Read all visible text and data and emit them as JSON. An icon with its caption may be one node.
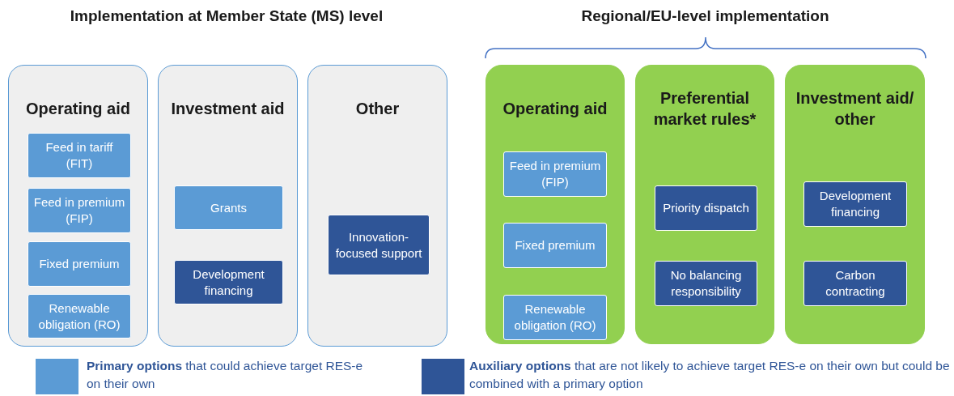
{
  "diagram": {
    "nodes": [
      {
        "text": [
          "Operating aid"
        ]
      },
      {
        "text": [
          "Feed in tariff (FIT)"
        ],
        "in": 0
      },
      {
        "text": [
          "Feed in premium (FIP)"
        ],
        "in": 0
      },
      {
        "text": [
          "Fixed premium"
        ],
        "in": 0
      },
      {
        "text": [
          "Renewable obligation (RO)"
        ],
        "in": 0
      },
      {
        "text": [
          "Investment aid"
        ]
      },
      {
        "text": [
          "Grants"
        ],
        "in": 5
      },
      {
        "text": [
          "Development financing"
        ],
        "in": 5
      },
      {
        "text": [
          "Other"
        ]
      },
      {
        "text": [
          "Innovation-focused support"
        ],
        "in": 8
      },
      {
        "text": [
          "Operating aid"
        ]
      },
      {
        "text": [
          "Feed in premium (FIP)"
        ],
        "in": 10
      },
      {
        "text": [
          "Fixed premium"
        ],
        "in": 10
      },
      {
        "text": [
          "Renewable obligation (RO)"
        ],
        "in": 10
      },
      {
        "text": [
          "Preferential market rules*"
        ]
      },
      {
        "text": [
          "Priority dispatch"
        ],
        "in": 14
      },
      {
        "text": [
          "No balancing responsibility"
        ],
        "in": 14
      },
      {
        "text": [
          "Investment aid/ other"
        ]
      },
      {
        "text": [
          "Development financing"
        ],
        "in": 17
      },
      {
        "text": [
          "Carbon contracting"
        ],
        "in": 17
      }
    ],
    "edges": [],
    "labels": [
      "Implementation at Member State (MS) level",
      "Regional/EU-level implementation"
    ],
    "legend": [
      {
        "text": "**Primary options** that could achieve target RES-e on their own",
        "color": "#5b9bd5"
      },
      {
        "text": "**Auxiliary options** that are not likely to achieve target RES-e on their own but could be combined with a primary option",
        "color": "#2f5597"
      }
    ]
  }
}
